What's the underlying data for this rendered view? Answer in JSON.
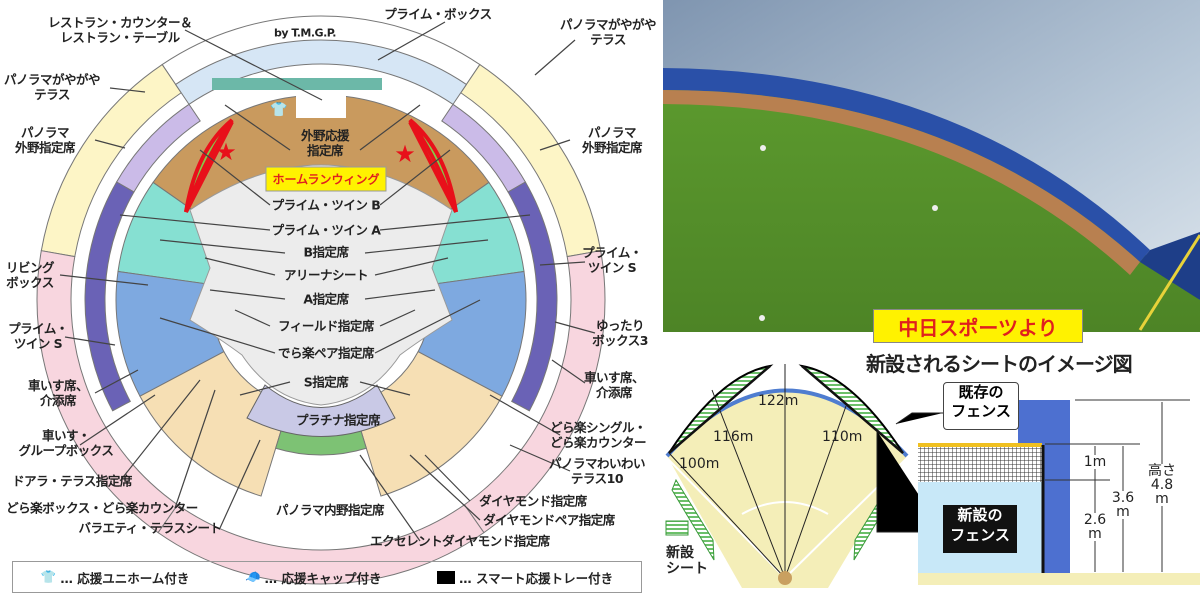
{
  "seat_map": {
    "credit": "by T.M.G.P.",
    "highlight": "ホームランウィング",
    "labels": {
      "restaurant": "レストラン・カウンター＆\nレストラン・テーブル",
      "prime_box": "プライム・ボックス",
      "panorama_gayagaya_right": "パノラマがやがや\nテラス",
      "panorama_gayagaya_left": "パノラマがやがや\nテラス",
      "panorama_outfield_left": "パノラマ\n外野指定席",
      "panorama_outfield_right": "パノラマ\n外野指定席",
      "outfield_cheer": "外野応援\n指定席",
      "prime_twin_b": "プライム・ツイン B",
      "prime_twin_a": "プライム・ツイン A",
      "b_reserved": "B指定席",
      "arena": "アリーナシート",
      "a_reserved": "A指定席",
      "field_reserved": "フィールド指定席",
      "dera_pair": "でら楽ペア指定席",
      "s_reserved": "S指定席",
      "platinum": "プラチナ指定席",
      "living_box": "リビング\nボックス",
      "prime_twin_s_left": "プライム・\nツイン S",
      "prime_twin_s_right": "プライム・\nツイン S",
      "yuttari_box": "ゆったり\nボックス3",
      "wheelchair_left": "車いす席、\n介添席",
      "wheelchair_right": "車いす席、\n介添席",
      "wheelchair_group": "車いす・\nグループボックス",
      "doala_terrace": "ドアラ・テラス指定席",
      "dora_box": "どら楽ボックス・どら楽カウンター",
      "variety": "バラエティ・テラスシート",
      "panorama_infield": "パノラマ内野指定席",
      "dora_single": "どら楽シングル・\nどら楽カウンター",
      "panorama_waiwai": "パノラマわいわい\nテラス10",
      "diamond": "ダイヤモンド指定席",
      "diamond_pair": "ダイヤモンドペア指定席",
      "excellent": "エクセレントダイヤモンド指定席"
    },
    "legend": [
      {
        "icon": "uniform-icon",
        "text": "… 応援ユニホーム付き"
      },
      {
        "icon": "cap-icon",
        "text": "… 応援キャップ付き"
      },
      {
        "icon": "tray-icon",
        "text": "… スマート応援トレー付き"
      }
    ]
  },
  "photo": {
    "source": "中日スポーツより"
  },
  "fence_diagram": {
    "title": "新設されるシートのイメージ図",
    "distances": [
      "122m",
      "116m",
      "110m",
      "100m"
    ],
    "new_seat_legend": "新設\nシート",
    "existing_fence": "既存の\nフェンス",
    "new_fence": "新設の\nフェンス",
    "heights": {
      "net": "1m",
      "new": "2.6\nm",
      "total_new": "3.6\nm",
      "existing": "高さ\n4.8\nm"
    }
  },
  "colors": {
    "brown": "#c99a5e",
    "teal": "#86e0d2",
    "blue": "#7ea9e0",
    "tan": "#f6dfb4",
    "green": "#7dc274",
    "pink": "#f8d6df",
    "yellow": "#fdf5c6",
    "purple": "#6a62b6",
    "lavender": "#cbbbe8",
    "highlight_red": "#e0201e"
  }
}
